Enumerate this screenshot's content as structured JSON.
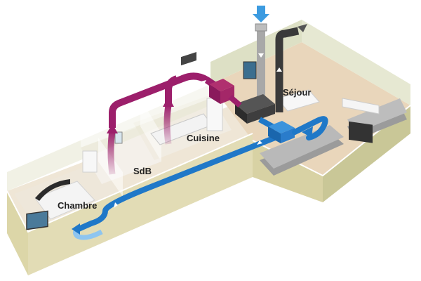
{
  "rooms": {
    "sejour": "Séjour",
    "cuisine": "Cuisine",
    "sdb": "SdB",
    "chambre": "Chambre"
  },
  "colors": {
    "fresh_air": "#1f78c8",
    "fresh_air_light": "#8ec5ef",
    "extract_air": "#9c1f6b",
    "extract_air_light": "#c77ab0",
    "exhaust_duct": "#3a3a3a",
    "intake_duct": "#a8a8a8",
    "floor": "#e9dcc6",
    "wall": "#e4e6cf",
    "wall_side": "#cfd2b4"
  },
  "icons": {
    "intake": "down-arrow-icon",
    "exhaust": "exhaust-arrow-icon",
    "flow": "flow-arrow-icon"
  }
}
